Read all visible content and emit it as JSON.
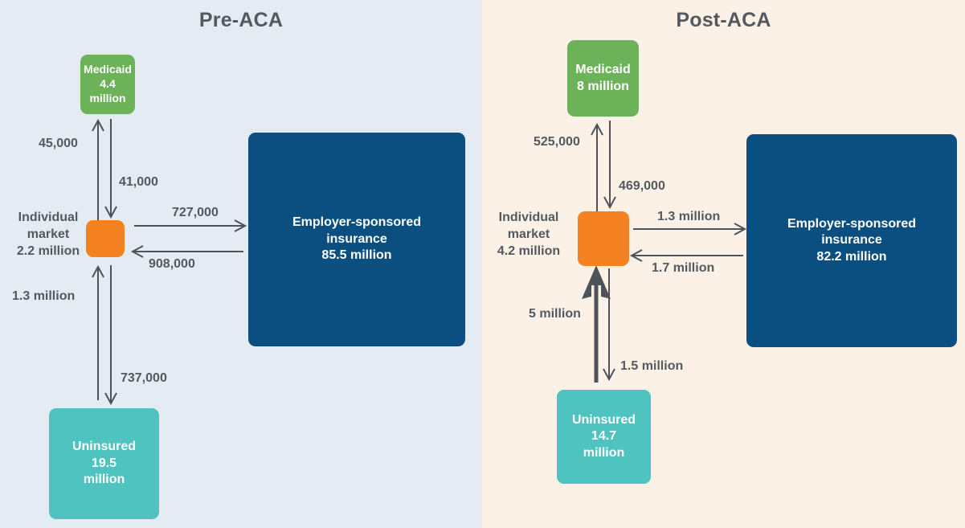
{
  "panels": [
    {
      "key": "pre",
      "title": "Pre-ACA",
      "background": "#e4ebf3",
      "nodes": {
        "medicaid": {
          "name": "Medicaid",
          "value": "4.4\nmillion",
          "line1": "Medicaid",
          "line2": "4.4",
          "line3": "million",
          "color": "#6cb259"
        },
        "individual": {
          "line1": "Individual",
          "line2": "market",
          "line3": "2.2 million",
          "color": "#f58220"
        },
        "uninsured": {
          "line1": "Uninsured",
          "line2": "19.5",
          "line3": "million",
          "color": "#4ec3bf"
        },
        "esi": {
          "line1": "Employer-sponsored",
          "line2": "insurance",
          "line3": "85.5 million",
          "color": "#0b4f80"
        }
      },
      "flows": [
        {
          "id": "ind-to-medicaid",
          "label": "45,000",
          "from": "Individual market",
          "to": "Medicaid",
          "direction": "up"
        },
        {
          "id": "medicaid-to-ind",
          "label": "41,000",
          "from": "Medicaid",
          "to": "Individual market",
          "direction": "down"
        },
        {
          "id": "ind-to-esi",
          "label": "727,000",
          "from": "Individual market",
          "to": "Employer-sponsored insurance",
          "direction": "right"
        },
        {
          "id": "esi-to-ind",
          "label": "908,000",
          "from": "Employer-sponsored insurance",
          "to": "Individual market",
          "direction": "left"
        },
        {
          "id": "uninsured-to-ind",
          "label": "1.3 million",
          "from": "Uninsured",
          "to": "Individual market",
          "direction": "up"
        },
        {
          "id": "ind-to-uninsured",
          "label": "737,000",
          "from": "Individual market",
          "to": "Uninsured",
          "direction": "down"
        }
      ]
    },
    {
      "key": "post",
      "title": "Post-ACA",
      "background": "#fbf1e7",
      "nodes": {
        "medicaid": {
          "line1": "Medicaid",
          "line2": "8 million",
          "line3": "",
          "color": "#6cb259"
        },
        "individual": {
          "line1": "Individual",
          "line2": "market",
          "line3": "4.2 million",
          "color": "#f58220"
        },
        "uninsured": {
          "line1": "Uninsured",
          "line2": "14.7",
          "line3": "million",
          "color": "#4ec3bf"
        },
        "esi": {
          "line1": "Employer-sponsored",
          "line2": "insurance",
          "line3": "82.2 million",
          "color": "#0b4f80"
        }
      },
      "flows": [
        {
          "id": "ind-to-medicaid",
          "label": "525,000",
          "from": "Individual market",
          "to": "Medicaid",
          "direction": "up"
        },
        {
          "id": "medicaid-to-ind",
          "label": "469,000",
          "from": "Medicaid",
          "to": "Individual market",
          "direction": "down"
        },
        {
          "id": "ind-to-esi",
          "label": "1.3 million",
          "from": "Individual market",
          "to": "Employer-sponsored insurance",
          "direction": "right"
        },
        {
          "id": "esi-to-ind",
          "label": "1.7 million",
          "from": "Employer-sponsored insurance",
          "to": "Individual market",
          "direction": "left"
        },
        {
          "id": "uninsured-to-ind",
          "label": "5 million",
          "from": "Uninsured",
          "to": "Individual market",
          "direction": "up"
        },
        {
          "id": "ind-to-uninsured",
          "label": "1.5 million",
          "from": "Individual market",
          "to": "Uninsured",
          "direction": "down"
        }
      ]
    }
  ],
  "colors": {
    "text": "#54595f",
    "arrow": "#4d5358",
    "medicaid": "#6cb259",
    "individual": "#f58220",
    "uninsured": "#4ec3bf",
    "esi": "#0b4f80",
    "bg_pre": "#e4ebf3",
    "bg_post": "#fbf1e7"
  }
}
